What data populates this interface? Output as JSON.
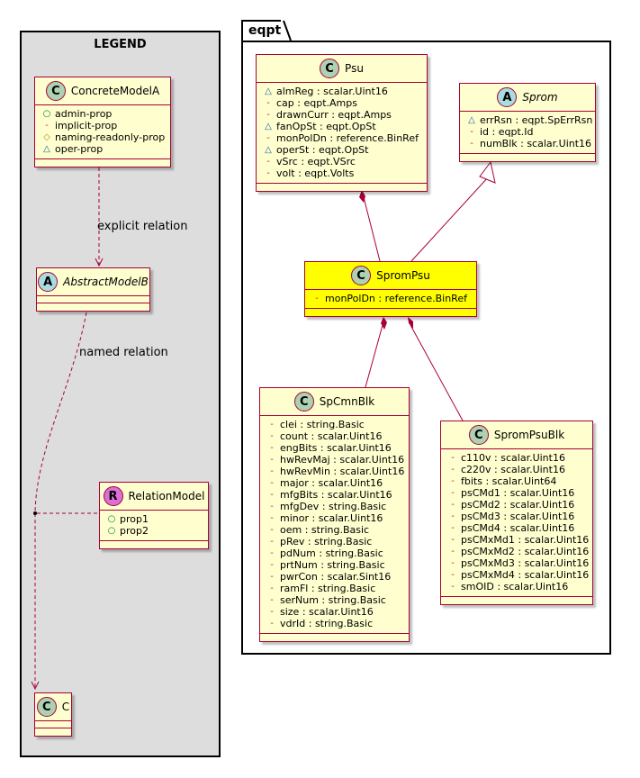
{
  "legend": {
    "title": "LEGEND",
    "classes": {
      "concrete_model_a": {
        "stereotype_letter": "C",
        "name": "ConcreteModelA",
        "attributes": [
          {
            "vis": "pub",
            "symbol": "○",
            "text": "admin-prop"
          },
          {
            "vis": "priv",
            "symbol": "-",
            "text": "implicit-prop"
          },
          {
            "vis": "prot",
            "symbol": "◇",
            "text": "naming-readonly-prop"
          },
          {
            "vis": "pkgv",
            "symbol": "△",
            "text": "oper-prop"
          }
        ]
      },
      "abstract_model_b": {
        "stereotype_letter": "A",
        "name": "AbstractModelB",
        "attributes": []
      },
      "relation_model": {
        "stereotype_letter": "R",
        "name": "RelationModel",
        "attributes": [
          {
            "vis": "pub",
            "symbol": "○",
            "text": "prop1"
          },
          {
            "vis": "pub",
            "symbol": "○",
            "text": "prop2"
          }
        ]
      },
      "c": {
        "stereotype_letter": "C",
        "name": "C",
        "attributes": []
      }
    },
    "edge_labels": {
      "explicit": "explicit relation",
      "named": "named relation"
    }
  },
  "eqpt": {
    "package_name": "eqpt",
    "classes": {
      "psu": {
        "stereotype_letter": "C",
        "name": "Psu",
        "attributes": [
          {
            "vis": "pkgv",
            "symbol": "△",
            "text": "almReg : scalar.Uint16"
          },
          {
            "vis": "priv",
            "symbol": "-",
            "text": "cap : eqpt.Amps"
          },
          {
            "vis": "priv",
            "symbol": "-",
            "text": "drawnCurr : eqpt.Amps"
          },
          {
            "vis": "pkgv",
            "symbol": "△",
            "text": "fanOpSt : eqpt.OpSt"
          },
          {
            "vis": "priv",
            "symbol": "-",
            "text": "monPolDn : reference.BinRef"
          },
          {
            "vis": "pkgv",
            "symbol": "△",
            "text": "operSt : eqpt.OpSt"
          },
          {
            "vis": "priv",
            "symbol": "-",
            "text": "vSrc : eqpt.VSrc"
          },
          {
            "vis": "priv",
            "symbol": "-",
            "text": "volt : eqpt.Volts"
          }
        ]
      },
      "sprom": {
        "stereotype_letter": "A",
        "name": "Sprom",
        "attributes": [
          {
            "vis": "pkgv",
            "symbol": "△",
            "text": "errRsn : eqpt.SpErrRsn"
          },
          {
            "vis": "priv",
            "symbol": "-",
            "text": "id : eqpt.Id"
          },
          {
            "vis": "priv",
            "symbol": "-",
            "text": "numBlk : scalar.Uint16"
          }
        ]
      },
      "sprompsu": {
        "stereotype_letter": "C",
        "name": "SpromPsu",
        "attributes": [
          {
            "vis": "priv",
            "symbol": "-",
            "text": "monPolDn : reference.BinRef"
          }
        ]
      },
      "spcmnblk": {
        "stereotype_letter": "C",
        "name": "SpCmnBlk",
        "attributes": [
          {
            "vis": "priv",
            "symbol": "-",
            "text": "clei : string.Basic"
          },
          {
            "vis": "priv",
            "symbol": "-",
            "text": "count : scalar.Uint16"
          },
          {
            "vis": "priv",
            "symbol": "-",
            "text": "engBits : scalar.Uint16"
          },
          {
            "vis": "priv",
            "symbol": "-",
            "text": "hwRevMaj : scalar.Uint16"
          },
          {
            "vis": "priv",
            "symbol": "-",
            "text": "hwRevMin : scalar.Uint16"
          },
          {
            "vis": "priv",
            "symbol": "-",
            "text": "major : scalar.Uint16"
          },
          {
            "vis": "priv",
            "symbol": "-",
            "text": "mfgBits : scalar.Uint16"
          },
          {
            "vis": "priv",
            "symbol": "-",
            "text": "mfgDev : string.Basic"
          },
          {
            "vis": "priv",
            "symbol": "-",
            "text": "minor : scalar.Uint16"
          },
          {
            "vis": "priv",
            "symbol": "-",
            "text": "oem : string.Basic"
          },
          {
            "vis": "priv",
            "symbol": "-",
            "text": "pRev : string.Basic"
          },
          {
            "vis": "priv",
            "symbol": "-",
            "text": "pdNum : string.Basic"
          },
          {
            "vis": "priv",
            "symbol": "-",
            "text": "prtNum : string.Basic"
          },
          {
            "vis": "priv",
            "symbol": "-",
            "text": "pwrCon : scalar.Sint16"
          },
          {
            "vis": "priv",
            "symbol": "-",
            "text": "ramFl : string.Basic"
          },
          {
            "vis": "priv",
            "symbol": "-",
            "text": "serNum : string.Basic"
          },
          {
            "vis": "priv",
            "symbol": "-",
            "text": "size : scalar.Uint16"
          },
          {
            "vis": "priv",
            "symbol": "-",
            "text": "vdrId : string.Basic"
          }
        ]
      },
      "sprompsublk": {
        "stereotype_letter": "C",
        "name": "SpromPsuBlk",
        "attributes": [
          {
            "vis": "priv",
            "symbol": "-",
            "text": "c110v : scalar.Uint16"
          },
          {
            "vis": "priv",
            "symbol": "-",
            "text": "c220v : scalar.Uint16"
          },
          {
            "vis": "priv",
            "symbol": "-",
            "text": "fbits : scalar.Uint64"
          },
          {
            "vis": "priv",
            "symbol": "-",
            "text": "psCMd1 : scalar.Uint16"
          },
          {
            "vis": "priv",
            "symbol": "-",
            "text": "psCMd2 : scalar.Uint16"
          },
          {
            "vis": "priv",
            "symbol": "-",
            "text": "psCMd3 : scalar.Uint16"
          },
          {
            "vis": "priv",
            "symbol": "-",
            "text": "psCMd4 : scalar.Uint16"
          },
          {
            "vis": "priv",
            "symbol": "-",
            "text": "psCMxMd1 : scalar.Uint16"
          },
          {
            "vis": "priv",
            "symbol": "-",
            "text": "psCMxMd2 : scalar.Uint16"
          },
          {
            "vis": "priv",
            "symbol": "-",
            "text": "psCMxMd3 : scalar.Uint16"
          },
          {
            "vis": "priv",
            "symbol": "-",
            "text": "psCMxMd4 : scalar.Uint16"
          },
          {
            "vis": "priv",
            "symbol": "-",
            "text": "smOID : scalar.Uint16"
          }
        ]
      }
    }
  },
  "colors": {
    "class_fill": "#fefece",
    "class_border": "#a80036",
    "highlight_fill": "#ffff00",
    "legend_fill": "#dddddd",
    "badge_class": "#add1b2",
    "badge_abstract": "#a9dcdf",
    "badge_relation": "#da70d6"
  }
}
